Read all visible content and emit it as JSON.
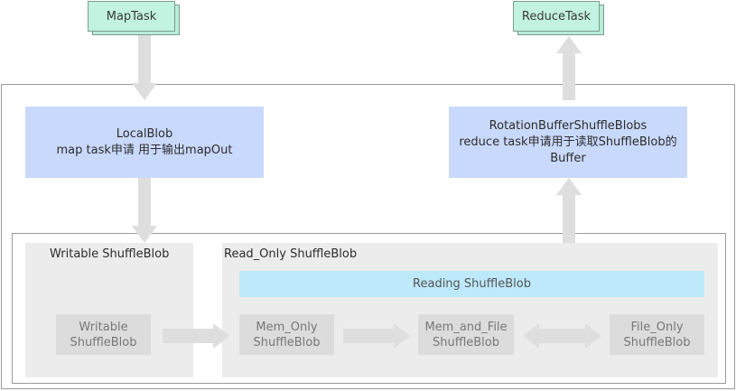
{
  "tasks": {
    "map_task": "MapTask",
    "reduce_task": "ReduceTask"
  },
  "local_blob": {
    "title": "LocalBlob",
    "description": "map task申请 用于输出mapOut"
  },
  "rotation_buffer": {
    "line1": "RotationBufferShuffleBlobs",
    "line2": "reduce task申请用于读取ShuffleBlob的",
    "line3": "Buffer"
  },
  "writable_panel": {
    "title": "Writable ShuffleBlob",
    "blob_line1": "Writable",
    "blob_line2": "ShuffleBlob"
  },
  "read_only_panel": {
    "title": "Read_Only ShuffleBlob",
    "reading_label": "Reading ShuffleBlob",
    "mem_only": {
      "line1": "Mem_Only",
      "line2": "ShuffleBlob"
    },
    "mem_and_file": {
      "line1": "Mem_and_File",
      "line2": "ShuffleBlob"
    },
    "file_only": {
      "line1": "File_Only",
      "line2": "ShuffleBlob"
    }
  },
  "colors": {
    "task_fill": "#c2f2e0",
    "blob_fill": "#c9d9fb",
    "reading_fill": "#bde9fa",
    "panel_fill": "#ececec",
    "arrow_fill": "#dedede"
  }
}
